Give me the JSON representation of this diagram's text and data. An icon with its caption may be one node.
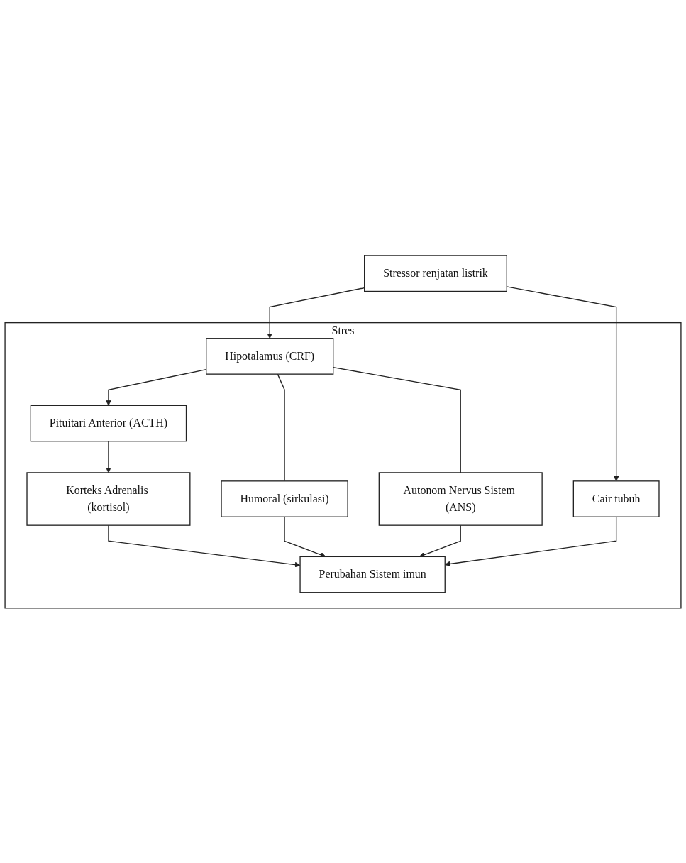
{
  "diagram": {
    "nodes": [
      {
        "text": [
          "Stressor renjatan listrik"
        ]
      },
      {
        "text": [
          "Stres"
        ]
      },
      {
        "text": [
          "Hipotalamus (CRF)"
        ],
        "in": 1
      },
      {
        "text": [
          "Cair tubuh"
        ],
        "in": 1
      },
      {
        "text": [
          "Humoral (sirkulasi)"
        ],
        "in": 1
      },
      {
        "text": [
          "Autonom Nervus Sistem (ANS)"
        ],
        "in": 1
      },
      {
        "text": [
          "Pituitari Anterior (ACTH)"
        ],
        "in": 1
      },
      {
        "text": [
          "Korteks Adrenalis (kortisol)"
        ],
        "in": 1
      },
      {
        "text": [
          "Perubahan Sistem imun"
        ],
        "in": 1
      }
    ],
    "edges": [
      {
        "from": 0,
        "to": 2,
        "arrow": "to"
      },
      {
        "from": 0,
        "to": 3,
        "arrow": "to"
      },
      {
        "from": 2,
        "to": 6,
        "arrow": "to"
      },
      {
        "from": 2,
        "to": 4,
        "arrow": "none"
      },
      {
        "from": 2,
        "to": 5,
        "arrow": "none"
      },
      {
        "from": 6,
        "to": 7,
        "arrow": "to"
      },
      {
        "from": 7,
        "to": 8,
        "arrow": "to"
      },
      {
        "from": 4,
        "to": 8,
        "arrow": "to"
      },
      {
        "from": 5,
        "to": 8,
        "arrow": "to"
      },
      {
        "from": 3,
        "to": 8,
        "arrow": "to"
      }
    ]
  }
}
